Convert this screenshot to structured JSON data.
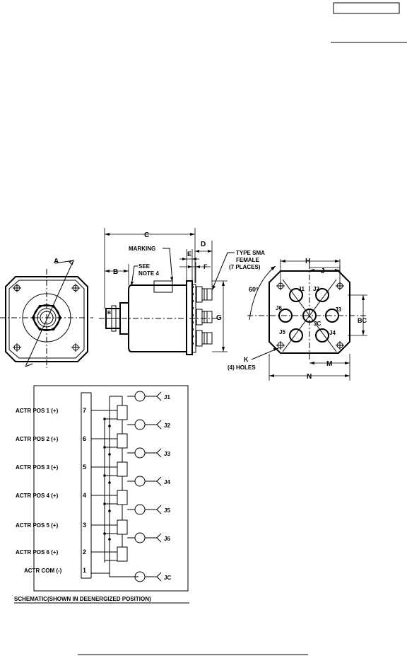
{
  "labels": {
    "A": "A",
    "B": "B",
    "C": "C",
    "D": "D",
    "E": "E",
    "F": "F",
    "G": "G",
    "H": "H",
    "J": "J",
    "BC": "BC",
    "M": "M",
    "N": "N",
    "K": "K",
    "holes": "(4) HOLES",
    "marking": "MARKING",
    "see": "SEE",
    "note4": "NOTE 4",
    "sma1": "TYPE SMA",
    "sma2": "FEMALE",
    "sma3": "(7 PLACES)",
    "angle": "60°",
    "J1": "J1",
    "J2": "J2",
    "J3": "J3",
    "J4": "J4",
    "J5": "J5",
    "J6": "J6",
    "JC": "JC",
    "p1": "1",
    "p2": "2",
    "p3": "3",
    "p4": "4",
    "p5": "5",
    "p6": "6",
    "p7": "7",
    "a1": "ACTR POS 1 (+)",
    "a2": "ACTR POS 2 (+)",
    "a3": "ACTR POS 3 (+)",
    "a4": "ACTR POS 4 (+)",
    "a5": "ACTR POS 5 (+)",
    "a6": "ACTR POS 6 (+)",
    "acom": "ACTR COM (-)",
    "caption": "SCHEMATIC(SHOWN IN DEENERGIZED POSITION)"
  }
}
